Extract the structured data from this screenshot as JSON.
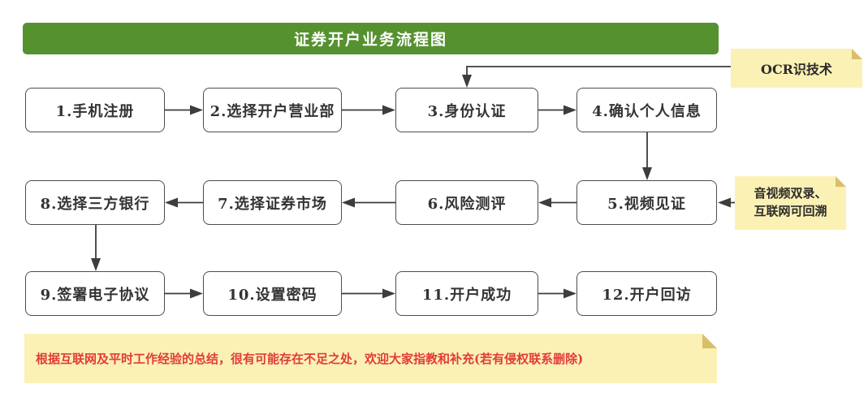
{
  "title": "证券开户业务流程图",
  "nodes": [
    {
      "label": "1.手机注册"
    },
    {
      "label": "2.选择开户营业部"
    },
    {
      "label": "3.身份认证"
    },
    {
      "label": "4.确认个人信息"
    },
    {
      "label": "5.视频见证"
    },
    {
      "label": "6.风险测评"
    },
    {
      "label": "7.选择证券市场"
    },
    {
      "label": "8.选择三方银行"
    },
    {
      "label": "9.签署电子协议"
    },
    {
      "label": "10.设置密码"
    },
    {
      "label": "11.开户成功"
    },
    {
      "label": "12.开户回访"
    }
  ],
  "notes": {
    "ocr": "OCR识技术",
    "video": "音视频双录、\n互联网可回溯",
    "disclaimer": "根据互联网及平时工作经验的总结，很有可能存在不足之处，欢迎大家指教和补充(若有侵权联系删除)"
  },
  "colors": {
    "title_bar": "#55922F",
    "title_text": "#FFFFFF",
    "note_bg": "#FBF1B4",
    "note_fold": "#D9BE6C",
    "node_border": "#4D4D4D",
    "arrow": "#3D3D3D",
    "disclaimer_text": "#E23B3B"
  }
}
